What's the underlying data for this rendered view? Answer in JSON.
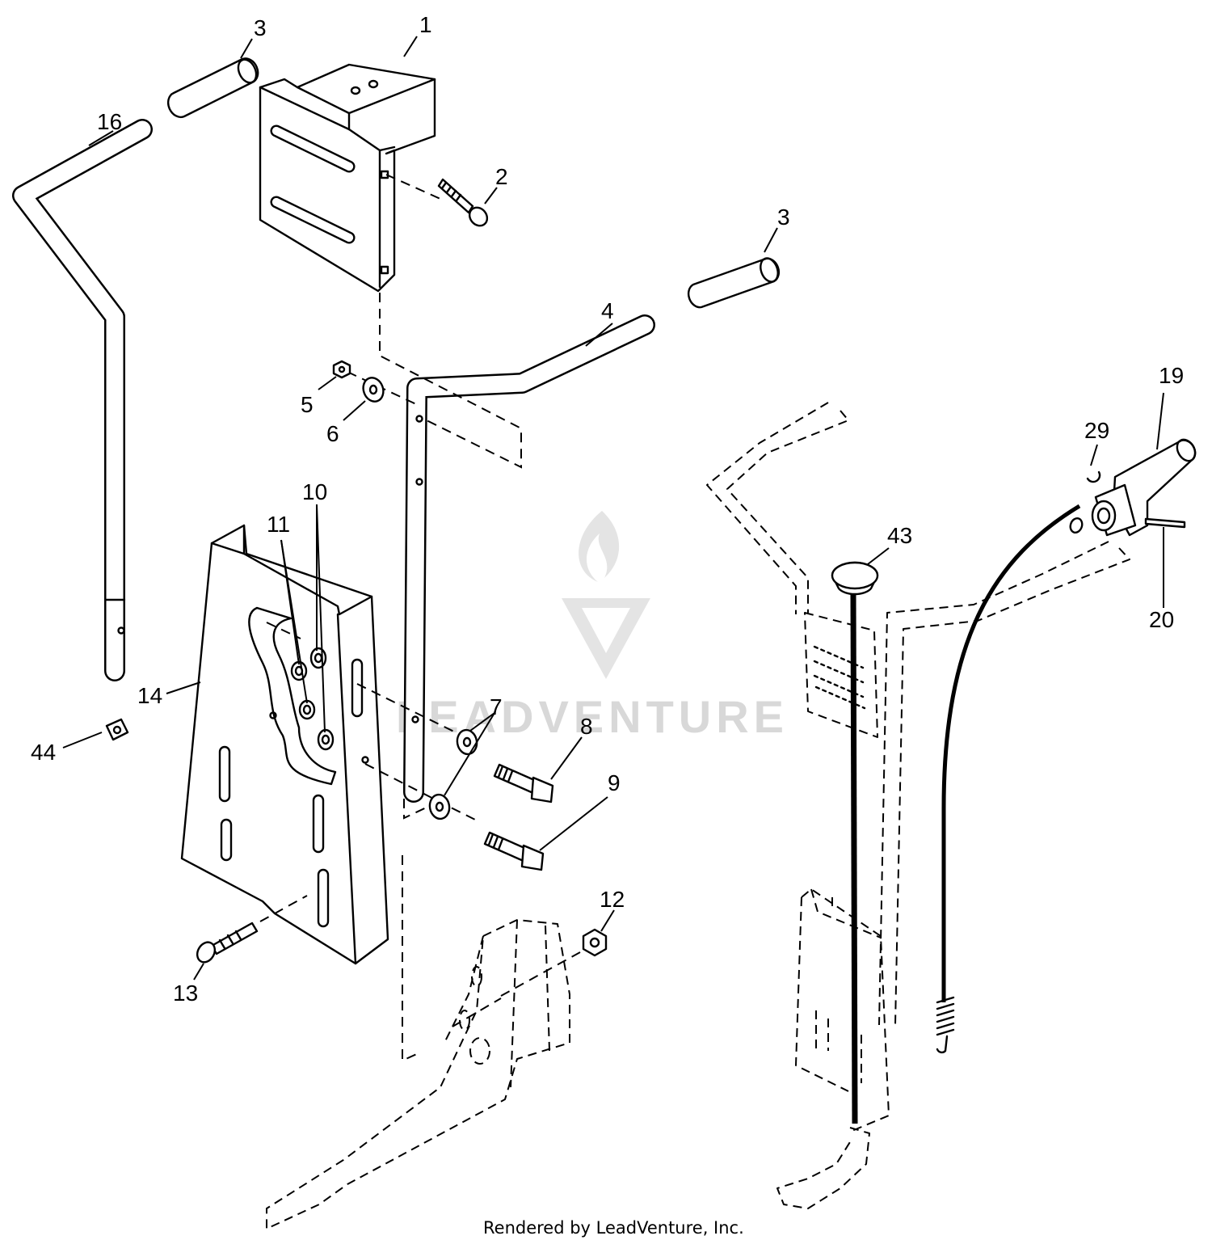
{
  "callouts": [
    {
      "id": "c1",
      "label": "1"
    },
    {
      "id": "c2",
      "label": "2"
    },
    {
      "id": "c3a",
      "label": "3"
    },
    {
      "id": "c3b",
      "label": "3"
    },
    {
      "id": "c4",
      "label": "4"
    },
    {
      "id": "c5",
      "label": "5"
    },
    {
      "id": "c6",
      "label": "6"
    },
    {
      "id": "c7",
      "label": "7"
    },
    {
      "id": "c8",
      "label": "8"
    },
    {
      "id": "c9",
      "label": "9"
    },
    {
      "id": "c10",
      "label": "10"
    },
    {
      "id": "c11",
      "label": "11"
    },
    {
      "id": "c12",
      "label": "12"
    },
    {
      "id": "c13",
      "label": "13"
    },
    {
      "id": "c14",
      "label": "14"
    },
    {
      "id": "c16",
      "label": "16"
    },
    {
      "id": "c19",
      "label": "19"
    },
    {
      "id": "c20",
      "label": "20"
    },
    {
      "id": "c29",
      "label": "29"
    },
    {
      "id": "c43",
      "label": "43"
    },
    {
      "id": "c44",
      "label": "44"
    }
  ],
  "watermark": "LEADVENTURE",
  "footer": "Rendered by LeadVenture, Inc."
}
